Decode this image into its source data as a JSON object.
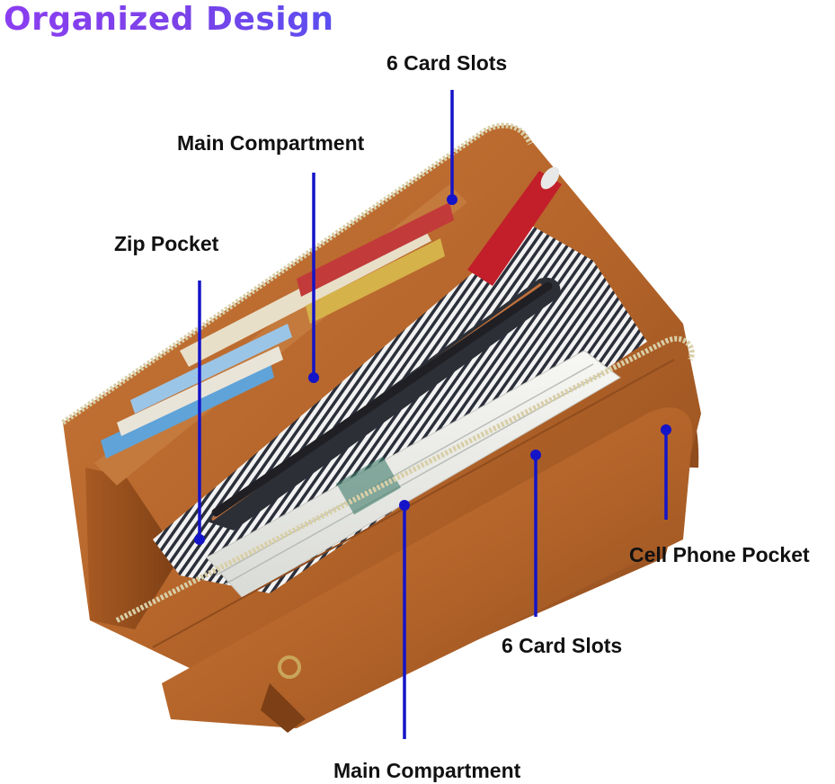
{
  "title": "Organized Design",
  "callouts": [
    {
      "id": "card-slots-top",
      "text": "6 Card Slots"
    },
    {
      "id": "main-compartment-top",
      "text": "Main Compartment"
    },
    {
      "id": "zip-pocket",
      "text": "Zip Pocket"
    },
    {
      "id": "cell-phone-pocket",
      "text": "Cell Phone Pocket"
    },
    {
      "id": "card-slots-bottom",
      "text": "6 Card Slots"
    },
    {
      "id": "main-compartment-bottom",
      "text": "Main Compartment"
    }
  ],
  "colors": {
    "title_gradient_start": "#8a3ef0",
    "title_gradient_end": "#5b4ef0",
    "leader_line": "#1414c8",
    "leather": "#b5652a",
    "lining": "#2b2f3a"
  }
}
